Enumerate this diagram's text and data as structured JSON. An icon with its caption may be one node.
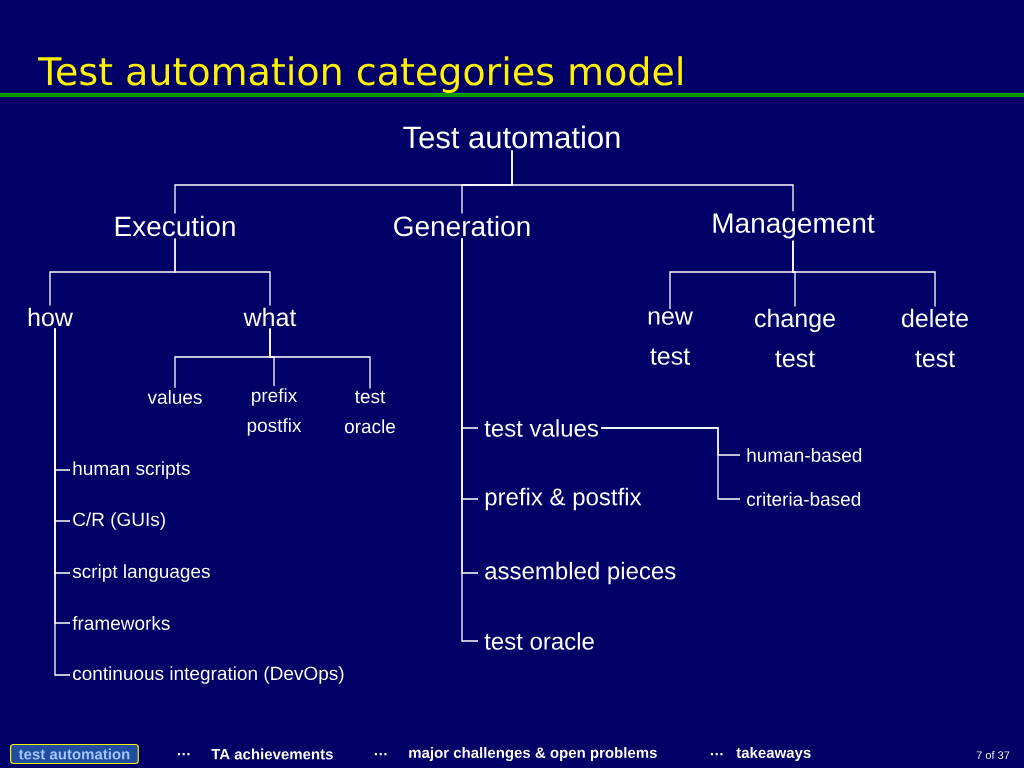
{
  "diagram": {
    "title": "Test automation categories model",
    "nodes": [
      {
        "text": [
          "Test automation"
        ]
      },
      {
        "text": [
          "Execution"
        ]
      },
      {
        "text": [
          "Generation"
        ]
      },
      {
        "text": [
          "Management"
        ]
      },
      {
        "text": [
          "how"
        ]
      },
      {
        "text": [
          "what"
        ]
      },
      {
        "text": [
          "values"
        ]
      },
      {
        "text": [
          "prefix postfix"
        ]
      },
      {
        "text": [
          "test oracle"
        ]
      },
      {
        "text": [
          "human scripts"
        ]
      },
      {
        "text": [
          "C/R (GUIs)"
        ]
      },
      {
        "text": [
          "script languages"
        ]
      },
      {
        "text": [
          "frameworks"
        ]
      },
      {
        "text": [
          "continuous integration (DevOps)"
        ]
      },
      {
        "text": [
          "test values"
        ]
      },
      {
        "text": [
          "prefix & postfix"
        ]
      },
      {
        "text": [
          "assembled pieces"
        ]
      },
      {
        "text": [
          "test oracle"
        ]
      },
      {
        "text": [
          "new test"
        ]
      },
      {
        "text": [
          "change test"
        ]
      },
      {
        "text": [
          "delete test"
        ]
      },
      {
        "text": [
          "human-based"
        ]
      },
      {
        "text": [
          "criteria-based"
        ]
      }
    ],
    "edges": [
      {
        "from": 0,
        "to": 1,
        "arrow": "none"
      },
      {
        "from": 0,
        "to": 2,
        "arrow": "none"
      },
      {
        "from": 0,
        "to": 3,
        "arrow": "none"
      },
      {
        "from": 1,
        "to": 4,
        "arrow": "none"
      },
      {
        "from": 1,
        "to": 5,
        "arrow": "none"
      },
      {
        "from": 5,
        "to": 6,
        "arrow": "none"
      },
      {
        "from": 5,
        "to": 7,
        "arrow": "none"
      },
      {
        "from": 5,
        "to": 8,
        "arrow": "none"
      },
      {
        "from": 4,
        "to": 9,
        "arrow": "none"
      },
      {
        "from": 4,
        "to": 10,
        "arrow": "none"
      },
      {
        "from": 4,
        "to": 11,
        "arrow": "none"
      },
      {
        "from": 4,
        "to": 12,
        "arrow": "none"
      },
      {
        "from": 4,
        "to": 13,
        "arrow": "none"
      },
      {
        "from": 2,
        "to": 14,
        "arrow": "none"
      },
      {
        "from": 2,
        "to": 15,
        "arrow": "none"
      },
      {
        "from": 2,
        "to": 16,
        "arrow": "none"
      },
      {
        "from": 2,
        "to": 17,
        "arrow": "none"
      },
      {
        "from": 3,
        "to": 18,
        "arrow": "none"
      },
      {
        "from": 3,
        "to": 19,
        "arrow": "none"
      },
      {
        "from": 3,
        "to": 20,
        "arrow": "none"
      },
      {
        "from": 14,
        "to": 21,
        "arrow": "none"
      },
      {
        "from": 14,
        "to": 22,
        "arrow": "none"
      }
    ],
    "labels": [
      "test automation",
      "…",
      "TA achievements",
      "…",
      "major challenges & open problems",
      "…",
      "takeaways",
      "7 of 37"
    ]
  }
}
